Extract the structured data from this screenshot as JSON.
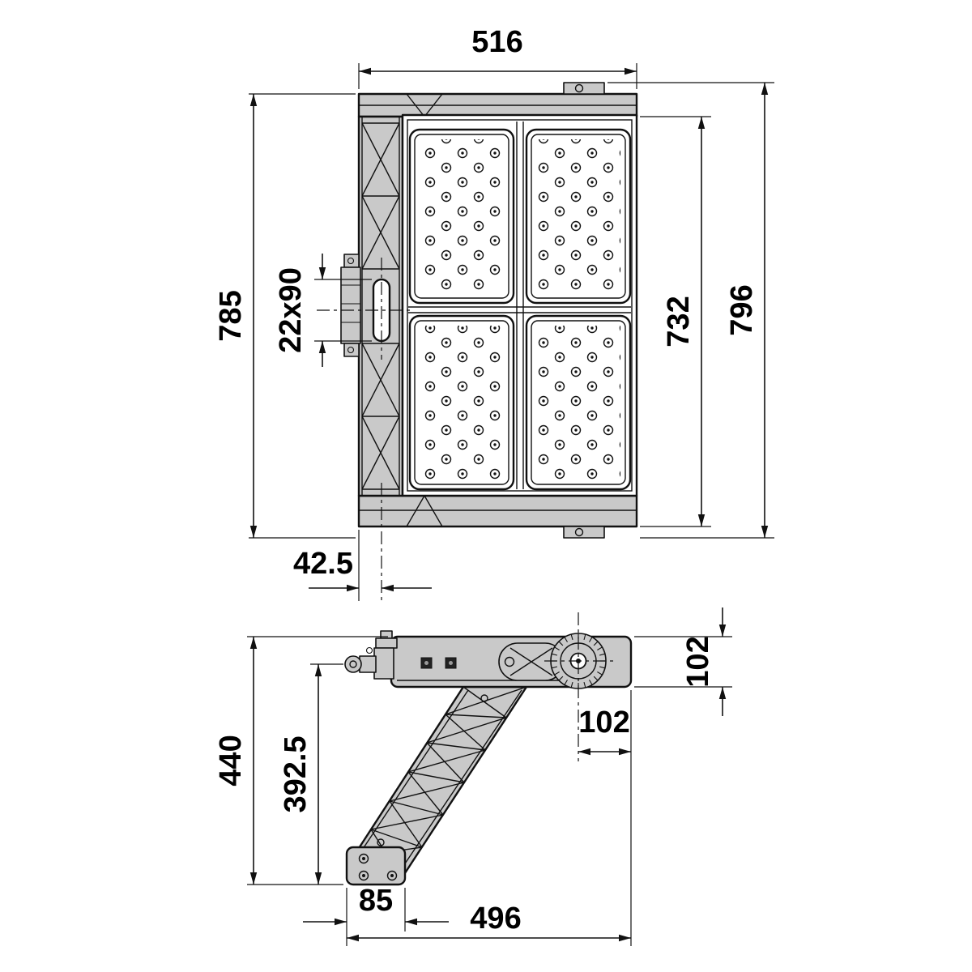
{
  "drawing": {
    "kind": "floodlight-dimension-drawing",
    "dimensions": {
      "front": {
        "width": "516",
        "height_overall_left": "785",
        "slot": "22x90",
        "height_housing_right": "732",
        "height_overall_right": "796",
        "bracket_center_offset": "42.5"
      },
      "side": {
        "body_depth": "102",
        "pivot_offset": "102",
        "height_overall": "440",
        "arm_height": "392.5",
        "foot_width": "85",
        "depth_overall": "496"
      }
    }
  }
}
